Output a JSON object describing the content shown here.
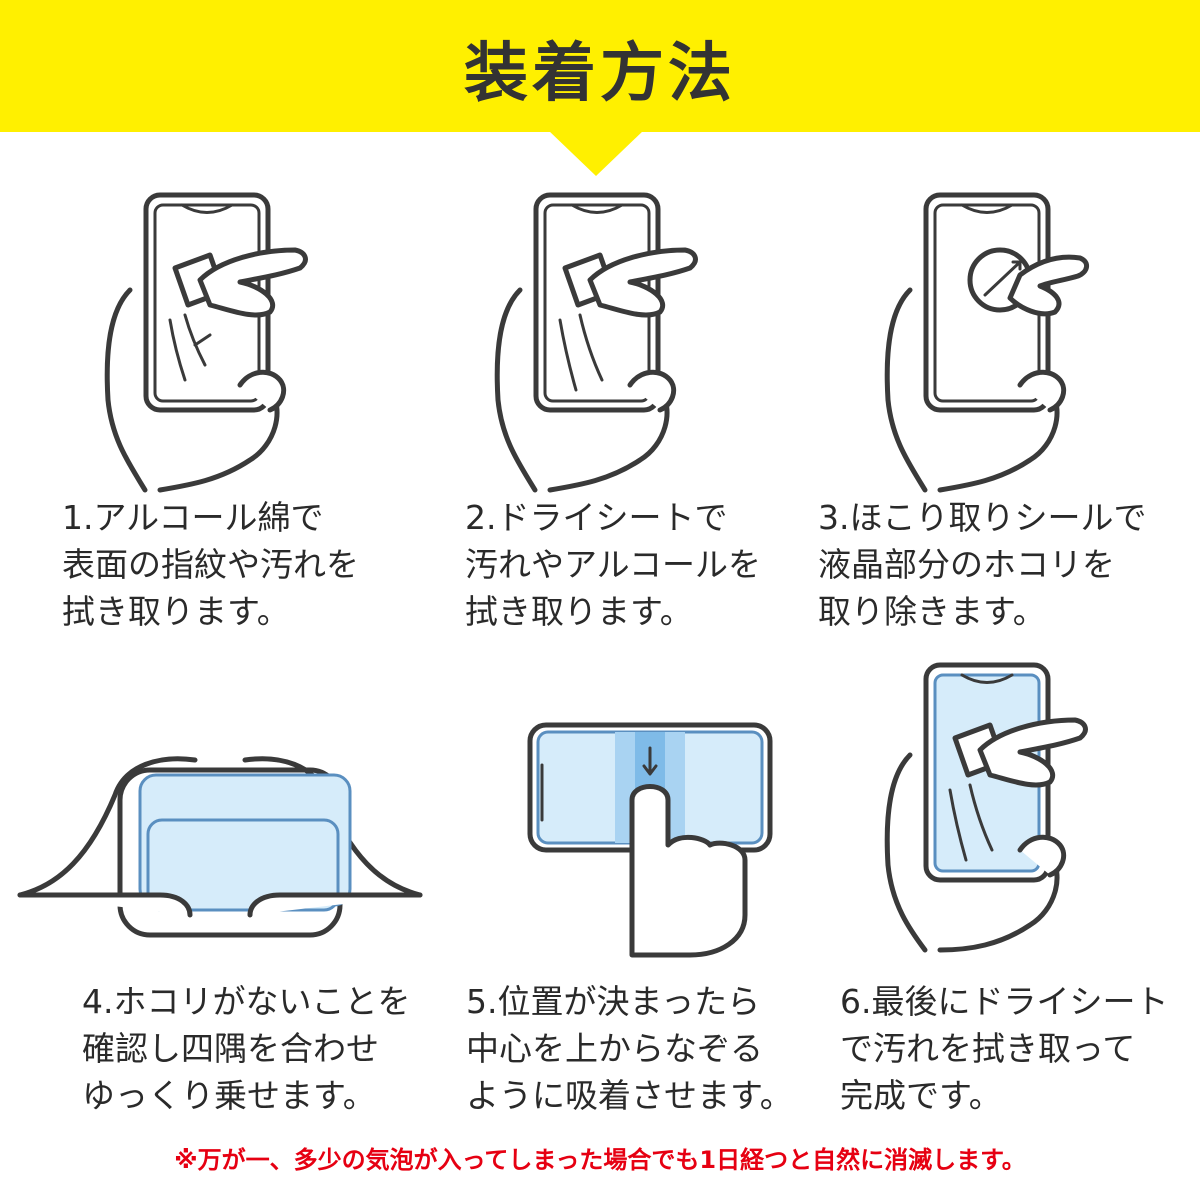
{
  "header": {
    "title": "装着方法",
    "color": "#fff000"
  },
  "steps": [
    {
      "lines": [
        "1.アルコール綿で",
        "表面の指紋や汚れを",
        "拭き取ります。"
      ]
    },
    {
      "lines": [
        "2.ドライシートで",
        "汚れやアルコールを",
        "拭き取ります。"
      ]
    },
    {
      "lines": [
        "3.ほこり取りシールで",
        "液晶部分のホコリを",
        "取り除きます。"
      ]
    },
    {
      "lines": [
        "4.ホコリがないことを",
        "確認し四隅を合わせ",
        "ゆっくり乗せます。"
      ]
    },
    {
      "lines": [
        "5.位置が決まったら",
        "中心を上からなぞる",
        "ように吸着させます。"
      ]
    },
    {
      "lines": [
        "6.最後にドライシート",
        "で汚れを拭き取って",
        "完成です。"
      ]
    }
  ],
  "footnote": "※万が一、多少の気泡が入ってしまった場合でも1日経つと自然に消滅します。",
  "colors": {
    "accent": "#fff000",
    "warning": "#e60012",
    "film": "#d6ecfa"
  }
}
